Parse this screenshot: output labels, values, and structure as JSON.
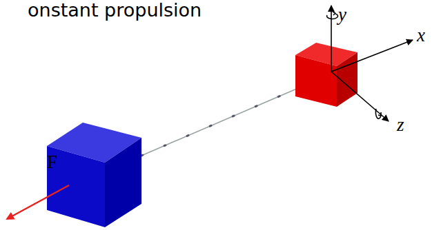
{
  "diagram": {
    "title": "onstant propulsion",
    "labels": [
      "y",
      "x",
      "z",
      "F"
    ]
  }
}
